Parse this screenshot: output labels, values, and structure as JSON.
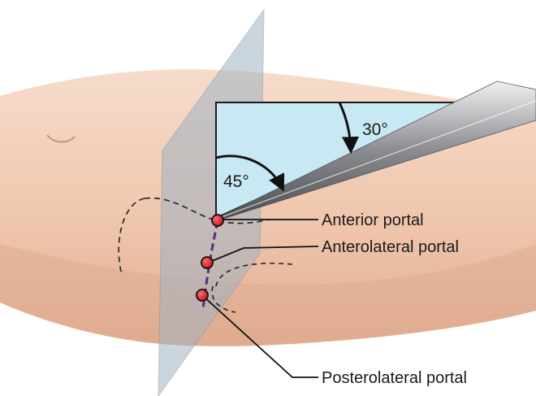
{
  "diagram": {
    "angles": {
      "top": "30°",
      "side": "45°"
    },
    "labels": {
      "anterior": "Anterior portal",
      "anterolateral": "Anterolateral portal",
      "posterolateral": "Posterolateral portal"
    },
    "colors": {
      "skin": "#f2cfb8",
      "skin_shadow": "#dca98d",
      "triangle_fill": "#c8e8f3",
      "plane_fill": "#9fb3c3",
      "portal_dot": "#d8212b",
      "guide_line": "#5b2a86",
      "instrument": "#8a8c90"
    }
  }
}
